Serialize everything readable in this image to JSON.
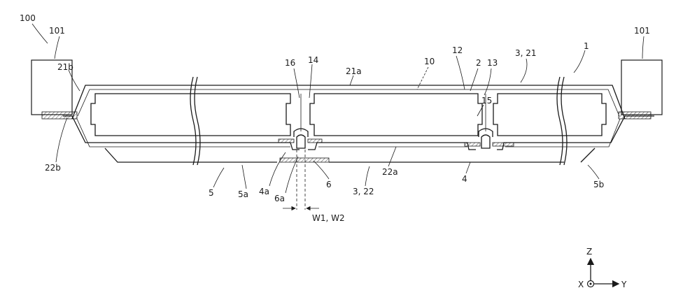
{
  "figure": {
    "labels": {
      "l100": "100",
      "l101_left": "101",
      "l101_right": "101",
      "l21b": "21b",
      "l22b": "22b",
      "l21a": "21a",
      "l16": "16",
      "l14": "14",
      "l10": "10",
      "l12": "12",
      "l2": "2",
      "l13": "13",
      "l15": "15",
      "l3_21": "3, 21",
      "l1": "1",
      "l4a": "4a",
      "l6a": "6a",
      "l6": "6",
      "l3_22": "3, 22",
      "l22a": "22a",
      "l4": "4",
      "l5": "5",
      "l5a": "5a",
      "l5b": "5b",
      "lW": "W1, W2"
    },
    "axes": {
      "z": "Z",
      "x": "X",
      "y": "Y"
    }
  }
}
